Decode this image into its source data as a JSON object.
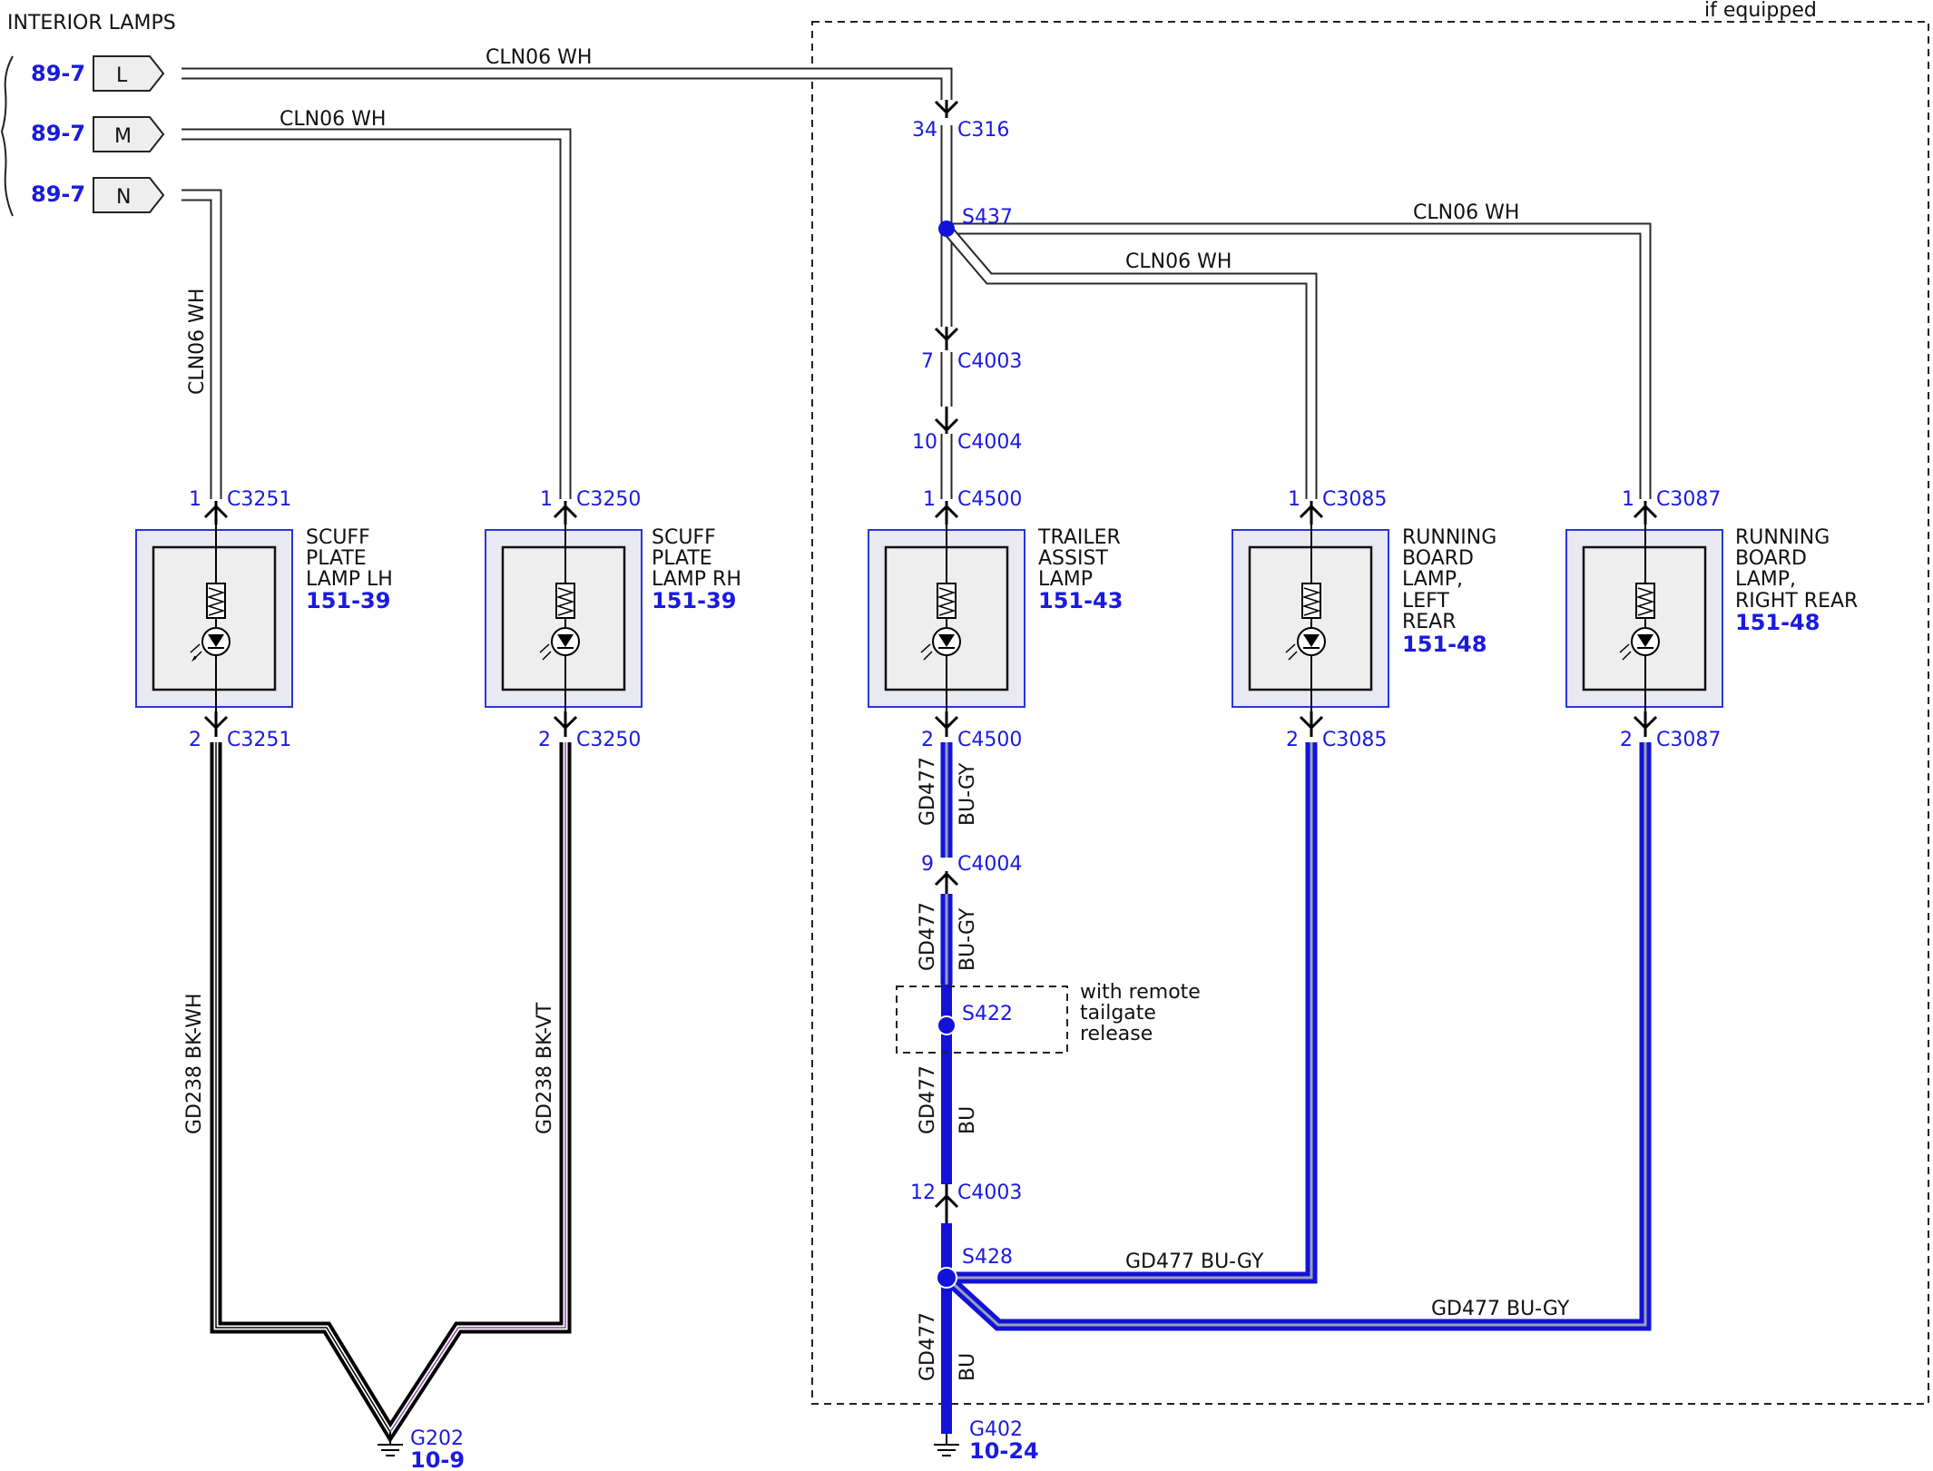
{
  "title": "INTERIOR LAMPS",
  "if_equipped": "if equipped",
  "refs": [
    {
      "page": "89-7",
      "pin": "L"
    },
    {
      "page": "89-7",
      "pin": "M"
    },
    {
      "page": "89-7",
      "pin": "N"
    }
  ],
  "wires": {
    "cln06_wh": "CLN06  WH",
    "cln06_wh_vertical": "CLN06  WH",
    "gd238_bkwh": "GD238  BK-WH",
    "gd238_bkvt": "GD238  BK-VT",
    "gd477_bugy": "GD477",
    "bu_gy": "BU-GY",
    "gd477_bu": "GD477",
    "bu": "BU",
    "gd477_bugy_h": "GD477  BU-GY"
  },
  "connectors": {
    "c316": {
      "pin": "34",
      "name": "C316"
    },
    "s437": "S437",
    "c4003_top": {
      "pin": "7",
      "name": "C4003"
    },
    "c4004_top": {
      "pin": "10",
      "name": "C4004"
    },
    "c4500_top": {
      "pin": "1",
      "name": "C4500"
    },
    "c4500_bot": {
      "pin": "2",
      "name": "C4500"
    },
    "c4004_bot": {
      "pin": "9",
      "name": "C4004"
    },
    "s422": "S422",
    "c4003_bot": {
      "pin": "12",
      "name": "C4003"
    },
    "s428": "S428",
    "c3251_top": {
      "pin": "1",
      "name": "C3251"
    },
    "c3251_bot": {
      "pin": "2",
      "name": "C3251"
    },
    "c3250_top": {
      "pin": "1",
      "name": "C3250"
    },
    "c3250_bot": {
      "pin": "2",
      "name": "C3250"
    },
    "c3085_top": {
      "pin": "1",
      "name": "C3085"
    },
    "c3085_bot": {
      "pin": "2",
      "name": "C3085"
    },
    "c3087_top": {
      "pin": "1",
      "name": "C3087"
    },
    "c3087_bot": {
      "pin": "2",
      "name": "C3087"
    }
  },
  "grounds": [
    {
      "name": "G202",
      "ref": "10-9"
    },
    {
      "name": "G402",
      "ref": "10-24"
    }
  ],
  "lamps": [
    {
      "lines": [
        "SCUFF",
        "PLATE",
        "LAMP LH"
      ],
      "ref": "151-39"
    },
    {
      "lines": [
        "SCUFF",
        "PLATE",
        "LAMP RH"
      ],
      "ref": "151-39"
    },
    {
      "lines": [
        "TRAILER",
        "ASSIST",
        "LAMP"
      ],
      "ref": "151-43"
    },
    {
      "lines": [
        "RUNNING",
        "BOARD",
        "LAMP,",
        "LEFT",
        "REAR"
      ],
      "ref": "151-48"
    },
    {
      "lines": [
        "RUNNING",
        "BOARD",
        "LAMP,",
        "RIGHT REAR"
      ],
      "ref": "151-48"
    }
  ],
  "note": [
    "with remote",
    "tailgate",
    "release"
  ],
  "colors": {
    "connector_blue": "#1a1adf",
    "wire_blue": "#1212d8",
    "box_border": "#2a36d8"
  }
}
